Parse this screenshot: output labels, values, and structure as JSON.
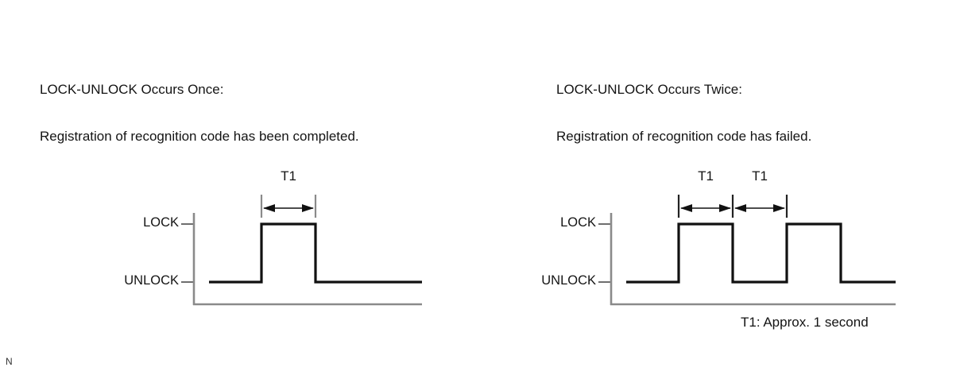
{
  "page": {
    "corner_mark": "N",
    "caption": "T1: Approx. 1 second",
    "colors": {
      "waveform": "#111111",
      "axis": "#808080",
      "tick": "#808080",
      "arrow": "#111111",
      "text": "#141414",
      "background": "#ffffff"
    }
  },
  "panels": [
    {
      "id": "once",
      "heading": "LOCK-UNLOCK Occurs Once:",
      "subheading": "Registration of recognition code has been completed.",
      "axis": {
        "high_label": "LOCK",
        "low_label": "UNLOCK"
      },
      "interval_labels": [
        "T1"
      ],
      "chart_data": {
        "type": "line",
        "title": "LOCK-UNLOCK Occurs Once",
        "xlabel": "",
        "ylabel": "",
        "states": [
          "UNLOCK",
          "LOCK"
        ],
        "x": [
          263,
          329,
          329,
          397,
          397,
          531
        ],
        "values": [
          "UNLOCK",
          "UNLOCK",
          "LOCK",
          "LOCK",
          "UNLOCK",
          "UNLOCK"
        ],
        "pulse_count": 1,
        "intervals": [
          {
            "label": "T1",
            "start": 329,
            "end": 397
          }
        ],
        "grid": false,
        "legend": "none"
      }
    },
    {
      "id": "twice",
      "heading": "LOCK-UNLOCK Occurs Twice:",
      "subheading": "Registration of recognition code has failed.",
      "axis": {
        "high_label": "LOCK",
        "low_label": "UNLOCK"
      },
      "interval_labels": [
        "T1",
        "T1"
      ],
      "chart_data": {
        "type": "line",
        "title": "LOCK-UNLOCK Occurs Twice",
        "xlabel": "",
        "ylabel": "",
        "states": [
          "UNLOCK",
          "LOCK"
        ],
        "x": [
          788,
          854,
          854,
          922,
          922,
          990,
          990,
          1058,
          1058,
          1127
        ],
        "values": [
          "UNLOCK",
          "UNLOCK",
          "LOCK",
          "LOCK",
          "UNLOCK",
          "UNLOCK",
          "LOCK",
          "LOCK",
          "UNLOCK",
          "UNLOCK"
        ],
        "pulse_count": 2,
        "intervals": [
          {
            "label": "T1",
            "start": 854,
            "end": 922
          },
          {
            "label": "T1",
            "start": 922,
            "end": 990
          }
        ],
        "grid": false,
        "legend": "none"
      }
    }
  ]
}
